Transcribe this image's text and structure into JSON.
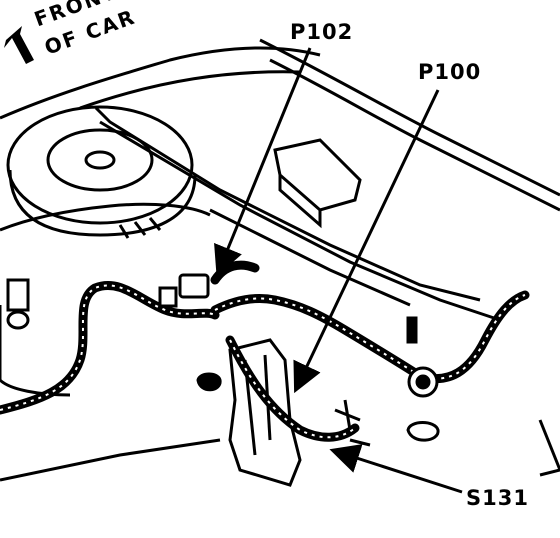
{
  "orientation": {
    "line1": "FRONT",
    "line2": "OF CAR"
  },
  "callouts": {
    "p102": "P102",
    "p100": "P100",
    "s131": "S131"
  },
  "colors": {
    "ink": "#000000",
    "paper": "#ffffff"
  },
  "icons": {
    "direction_arrow": "arrow-up-left-icon"
  }
}
